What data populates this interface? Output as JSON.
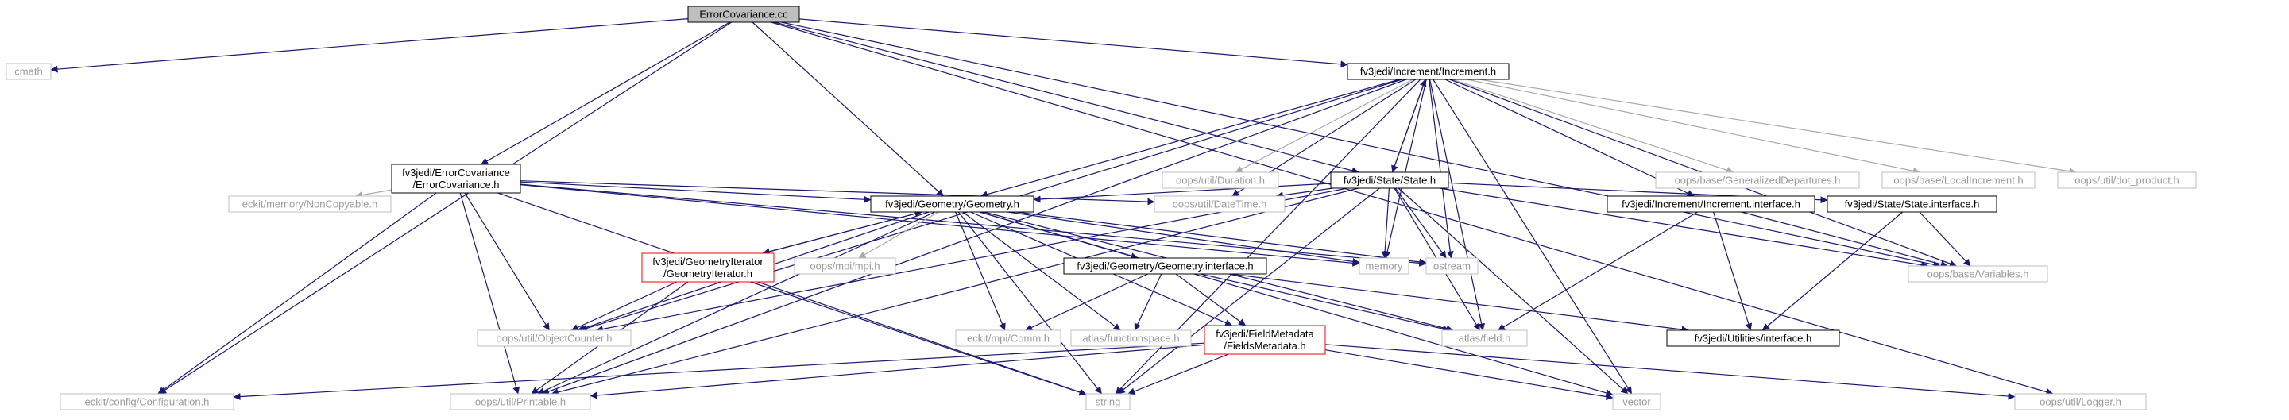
{
  "colors": {
    "edge_main": "#191970",
    "edge_light": "#a9a9a9",
    "node_border_black": "#000000",
    "node_border_gray": "#bfbfbf",
    "node_border_red": "#ff0000",
    "root_fill": "#bfbfbf",
    "text_gray": "#9a9a9a"
  },
  "nodes": {
    "root": [
      "ErrorCovariance.cc"
    ],
    "cmath": [
      "cmath"
    ],
    "conf": [
      "eckit/config/Configuration.h"
    ],
    "errcov": [
      "fv3jedi/ErrorCovariance",
      "/ErrorCovariance.h"
    ],
    "geom": [
      "fv3jedi/Geometry/Geometry.h"
    ],
    "inc": [
      "fv3jedi/Increment/Increment.h"
    ],
    "state": [
      "fv3jedi/State/State.h"
    ],
    "logger": [
      "oops/util/Logger.h"
    ],
    "variables": [
      "oops/base/Variables.h"
    ],
    "duration": [
      "oops/util/Duration.h"
    ],
    "gendep": [
      "oops/base/GeneralizedDepartures.h"
    ],
    "localinc": [
      "oops/base/LocalIncrement.h"
    ],
    "dotprod": [
      "oops/util/dot_product.h"
    ],
    "noncopy": [
      "eckit/memory/NonCopyable.h"
    ],
    "datetime": [
      "oops/util/DateTime.h"
    ],
    "incinterface": [
      "fv3jedi/Increment/Increment.interface.h"
    ],
    "stateinterface": [
      "fv3jedi/State/State.interface.h"
    ],
    "geomiter": [
      "fv3jedi/GeometryIterator",
      "/GeometryIterator.h"
    ],
    "mpi": [
      "oops/mpi/mpi.h"
    ],
    "geominterface": [
      "fv3jedi/Geometry/Geometry.interface.h"
    ],
    "memory": [
      "memory"
    ],
    "ostream": [
      "ostream"
    ],
    "objcounter": [
      "oops/util/ObjectCounter.h"
    ],
    "comm": [
      "eckit/mpi/Comm.h"
    ],
    "funcspace": [
      "atlas/functionspace.h"
    ],
    "fieldmeta": [
      "fv3jedi/FieldMetadata",
      "/FieldsMetadata.h"
    ],
    "field": [
      "atlas/field.h"
    ],
    "utilinterface": [
      "fv3jedi/Utilities/interface.h"
    ],
    "printable": [
      "oops/util/Printable.h"
    ],
    "string": [
      "string"
    ],
    "vector": [
      "vector"
    ]
  }
}
